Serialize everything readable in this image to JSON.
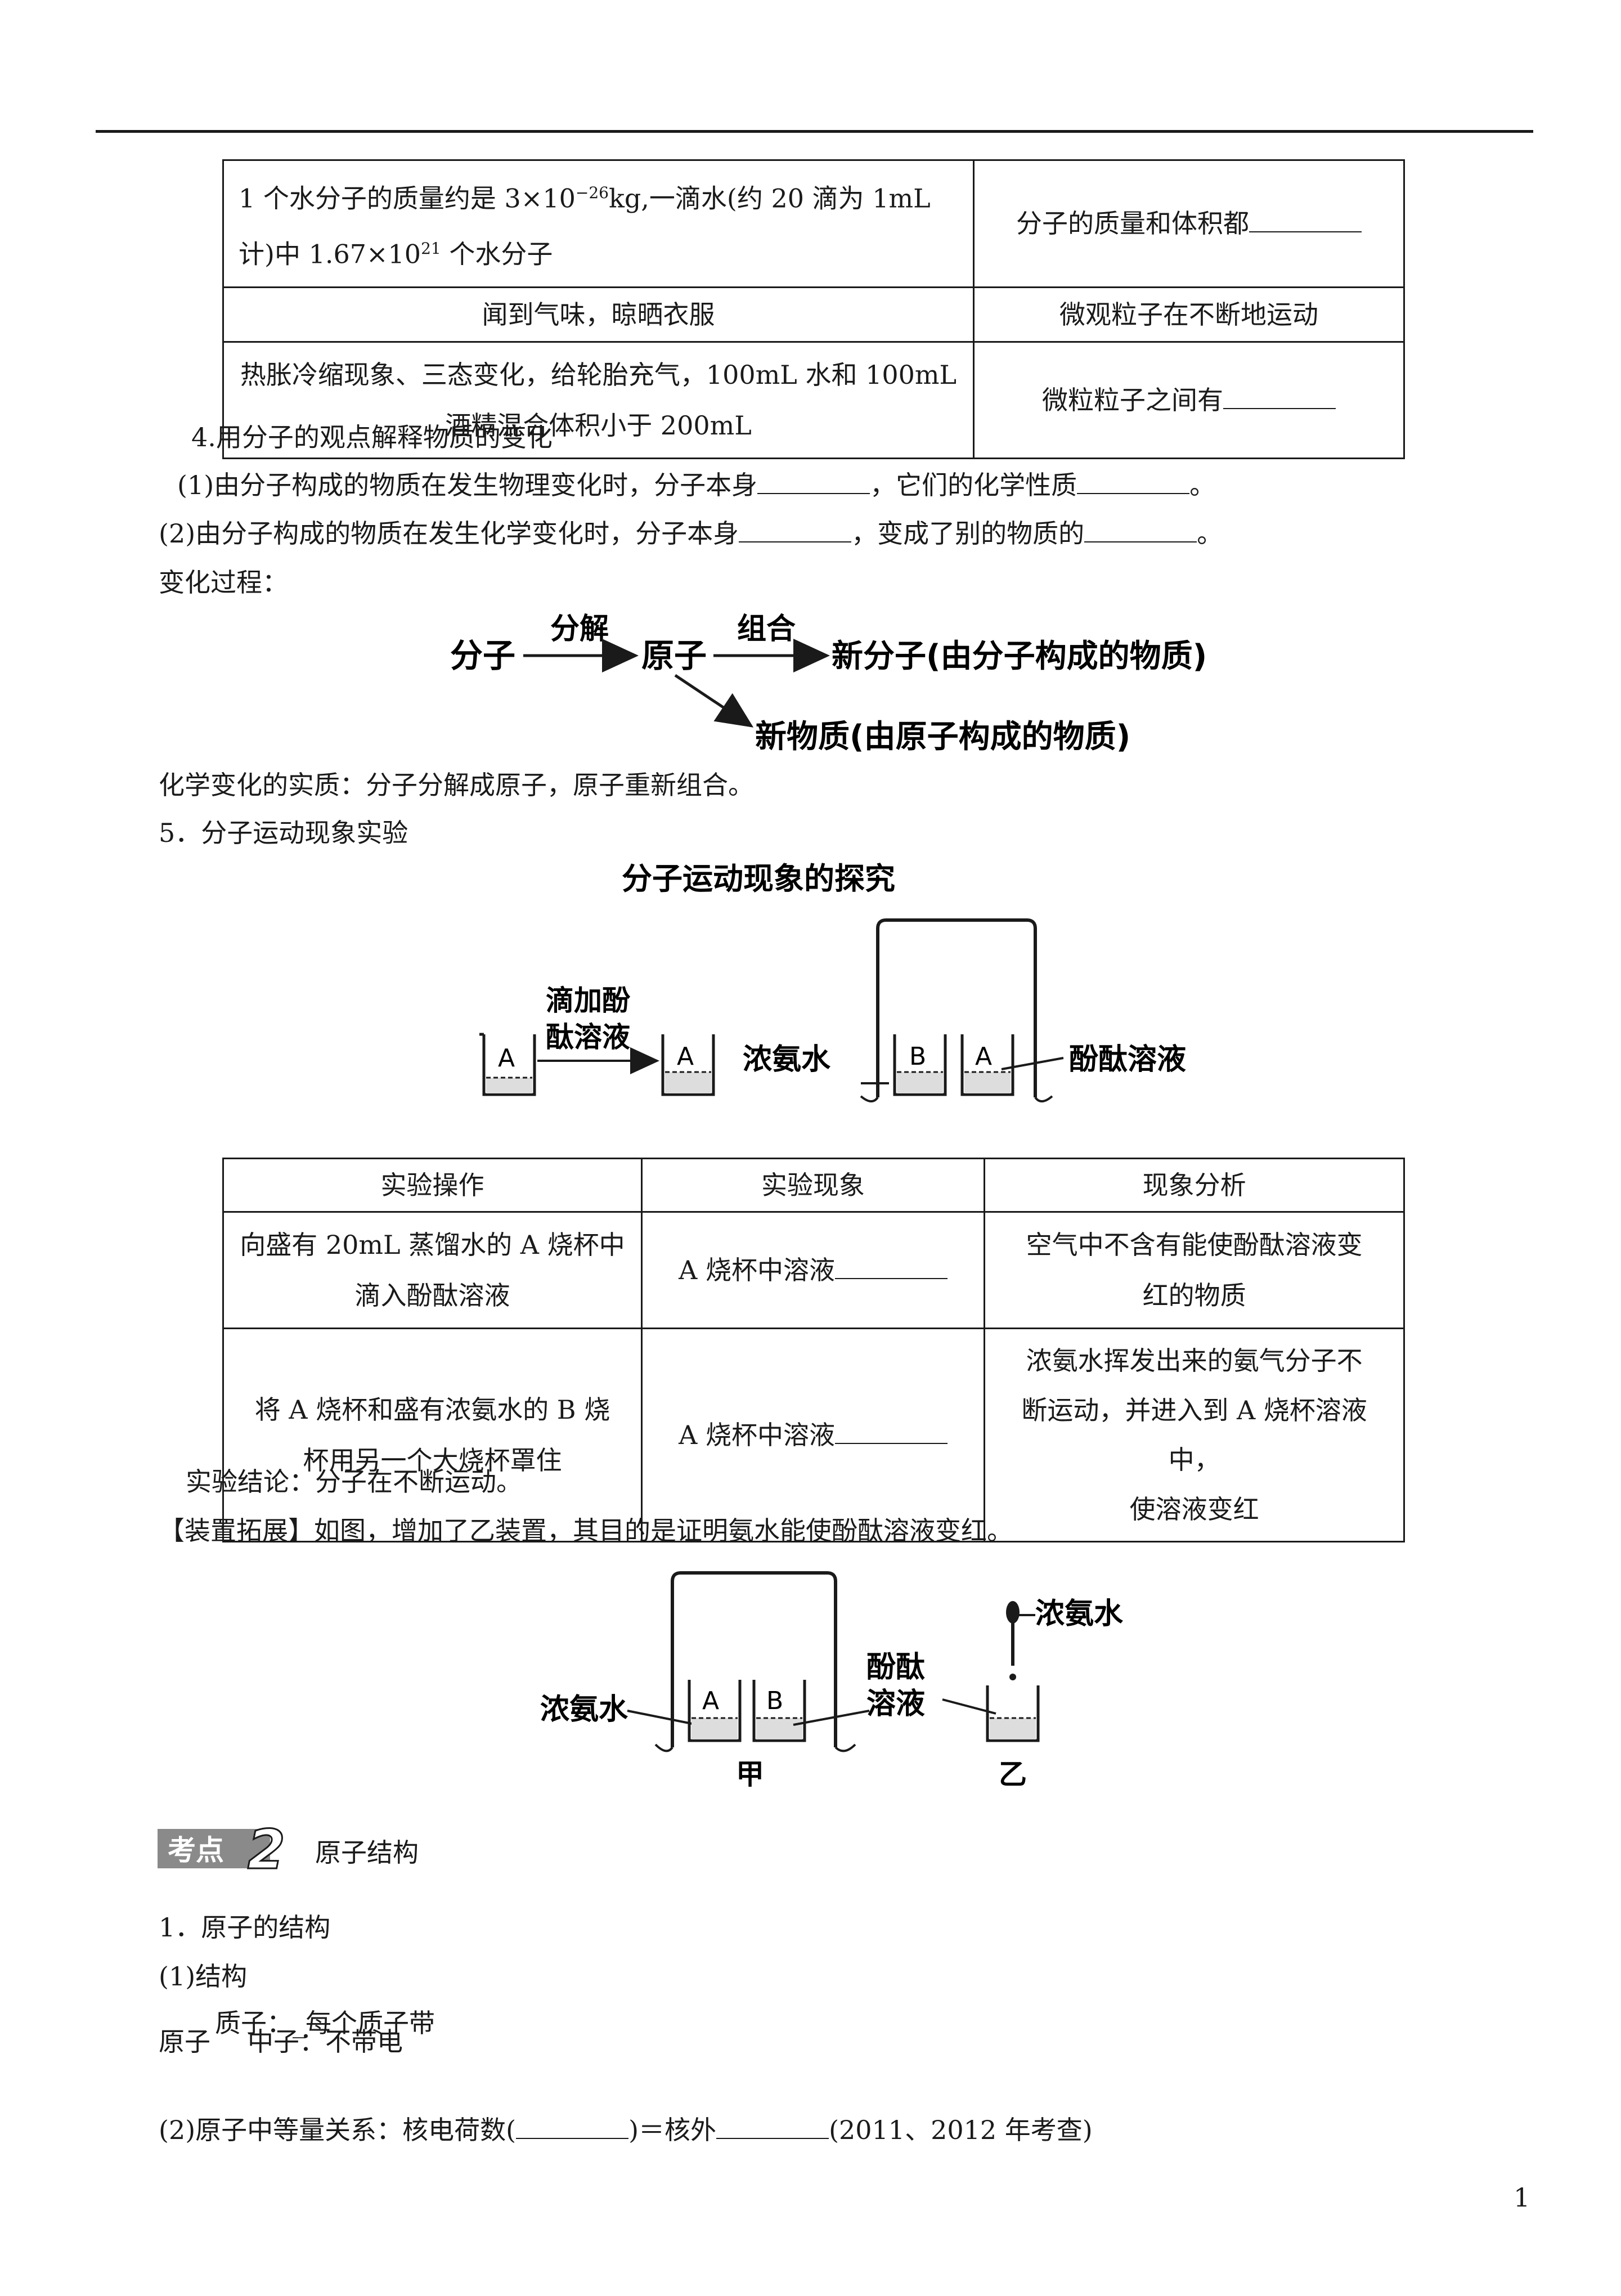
{
  "table1": {
    "rows": [
      {
        "left_line1": "1 个水分子的质量约是 3×10",
        "left_exp": "−26",
        "left_line1b": "kg,一滴水(约 20 滴为 1mL",
        "left_line2a": "计)中 1.67×10",
        "left_exp2": "21",
        "left_line2b": " 个水分子",
        "right": "分子的质量和体积都"
      },
      {
        "left": "闻到气味，晾晒衣服",
        "right": "微观粒子在不断地运动"
      },
      {
        "left_line1": "热胀冷缩现象、三态变化，给轮胎充气，100mL 水和 100mL",
        "left_line2": "酒精混合体积小于 200mL",
        "right": "微粒粒子之间有"
      }
    ]
  },
  "section4": {
    "title": "4.用分子的观点解释物质的变化",
    "p1a": "(1)由分子构成的物质在发生物理变化时，分子本身",
    "p1b": "，它们的化学性质",
    "p1c": "。",
    "p2a": "(2)由分子构成的物质在发生化学变化时，分子本身",
    "p2b": "，变成了别的物质的",
    "p2c": "。",
    "process_label": "变化过程：",
    "diagram": {
      "molecule": "分子",
      "decompose": "分解",
      "atom": "原子",
      "combine": "组合",
      "new_molecule": "新分子(由分子构成的物质)",
      "new_substance": "新物质(由原子构成的物质)"
    },
    "essence": "化学变化的实质：分子分解成原子，原子重新组合。"
  },
  "section5": {
    "title": "5．分子运动现象实验",
    "figure1": {
      "title": "分子运动现象的探究",
      "drip_line1": "滴加酚",
      "drip_line2": "酞溶液",
      "beaker_a": "A",
      "beaker_b": "B",
      "ammonia": "浓氨水",
      "phenolphthalein": "酚酞溶液"
    },
    "table2": {
      "headers": [
        "实验操作",
        "实验现象",
        "现象分析"
      ],
      "rows": [
        {
          "op_line1": "向盛有 20mL 蒸馏水的 A 烧杯中",
          "op_line2": "滴入酚酞溶液",
          "phenomenon": "A 烧杯中溶液",
          "analysis_line1": "空气中不含有能使酚酞溶液变",
          "analysis_line2": "红的物质"
        },
        {
          "op_line1": "将 A 烧杯和盛有浓氨水的 B 烧",
          "op_line2": "杯用另一个大烧杯罩住",
          "phenomenon": "A 烧杯中溶液",
          "analysis_line1": "浓氨水挥发出来的氨气分子不",
          "analysis_line2": "断运动，并进入到 A 烧杯溶液中，",
          "analysis_line3": "使溶液变红"
        }
      ]
    },
    "conclusion": "实验结论：分子在不断运动。",
    "extension": "【装置拓展】如图，增加了乙装置，其目的是证明氨水能使酚酞溶液变红。",
    "figure2": {
      "ammonia_left": "浓氨水",
      "beaker_a": "A",
      "beaker_b": "B",
      "phen_line1": "酚酞",
      "phen_line2": "溶液",
      "ammonia_right": "浓氨水",
      "label_jia": "甲",
      "label_yi": "乙"
    }
  },
  "kaodian": {
    "badge_text": "考点",
    "badge_num": "2",
    "title": "原子结构"
  },
  "atom": {
    "s1": "1．原子的结构",
    "s1_1": "(1)结构",
    "proton": "质子：_每个质子带",
    "atom_word": "原子",
    "neutron": "中子：不带电",
    "s1_2a": "(2)原子中等量关系：核电荷数(",
    "s1_2b": ")＝核外",
    "s1_2c": "(2011、2012 年考查)"
  },
  "page_number": "1"
}
